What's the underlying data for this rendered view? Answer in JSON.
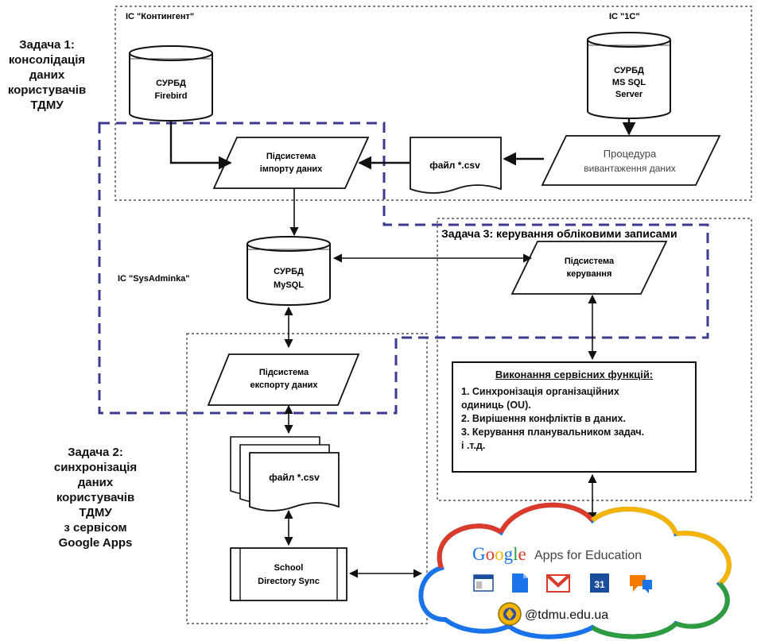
{
  "regions": {
    "kontingent": "ІС \"Контингент\"",
    "onec": "ІС \"1С\"",
    "sysadminka": "ІС \"SysAdminka\""
  },
  "tasks": {
    "task1": [
      "Задача 1:",
      "консолідація",
      "даних",
      "користувачів",
      "ТДМУ"
    ],
    "task2": [
      "Задача 2:",
      "синхронізація",
      "даних",
      "користувачів",
      "ТДМУ",
      "з сервісом",
      "Google Apps"
    ],
    "task3": "Задача 3: керування обліковими записами"
  },
  "nodes": {
    "db_firebird": [
      "СУРБД",
      "Firebird"
    ],
    "db_mssql": [
      "СУРБД",
      "MS SQL",
      "Server"
    ],
    "db_mysql": [
      "СУРБД",
      "MySQL"
    ],
    "import_subsystem": [
      "Підсистема",
      "імпорту даних"
    ],
    "export_procedure": [
      "Процедура",
      "вивантаження даних"
    ],
    "csv_file_top": "файл *.csv",
    "csv_file_bottom": "файл *.csv",
    "management_subsystem": [
      "Підсистема",
      "керування"
    ],
    "export_subsystem": [
      "Підсистема",
      "експорту даних"
    ],
    "school_sync": [
      "School",
      "Directory Sync"
    ]
  },
  "service_functions": {
    "title": "Виконання сервісних функцій:",
    "items": [
      "1. Синхронізація організаційних",
      "одиниць (OU).",
      "2. Вирішення конфліктів в даних.",
      "3. Керування планувальником задач.",
      "і .т.д."
    ]
  },
  "cloud": {
    "brand": "Google",
    "product": "Apps for Education",
    "domain": "@tdmu.edu.ua",
    "icons": [
      "sites-icon",
      "drive-icon",
      "gmail-icon",
      "calendar-icon",
      "talk-icon"
    ],
    "calendar_day": "31"
  },
  "colors": {
    "task_dash": "#3b3b8f",
    "cloud_blue": "#1a73e8",
    "cloud_red": "#db3b2a",
    "cloud_yellow": "#f4b400",
    "cloud_green": "#2e9b3e"
  }
}
